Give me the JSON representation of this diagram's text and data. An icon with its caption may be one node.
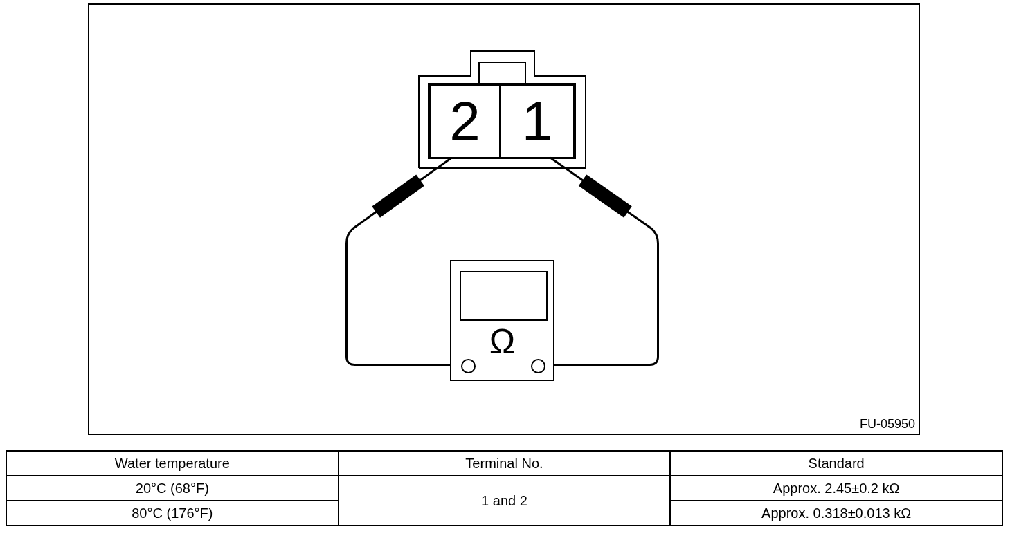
{
  "diagram": {
    "nodes": [
      {
        "text": [],
        "shape": "box"
      },
      {
        "text": [
          "2"
        ],
        "in": 0
      },
      {
        "text": [
          "1"
        ],
        "in": 0
      },
      {
        "text": [
          "Ω"
        ]
      },
      {
        "text": [],
        "shape": "box",
        "in": 3
      },
      {
        "text": [],
        "shape": "circle",
        "in": 3
      },
      {
        "text": [],
        "shape": "circle",
        "in": 3
      }
    ],
    "edges": [
      {
        "from": 1,
        "to": 5,
        "arrow": "none"
      },
      {
        "from": 2,
        "to": 6,
        "arrow": "none"
      }
    ],
    "labels": [
      "FU-05950",
      "Water temperature",
      "Terminal No.",
      "Standard",
      "20°C (68°F)",
      "1 and 2",
      "Approx. 2.45±0.2 kΩ",
      "80°C (176°F)",
      "Approx. 0.318±0.013 kΩ"
    ]
  }
}
